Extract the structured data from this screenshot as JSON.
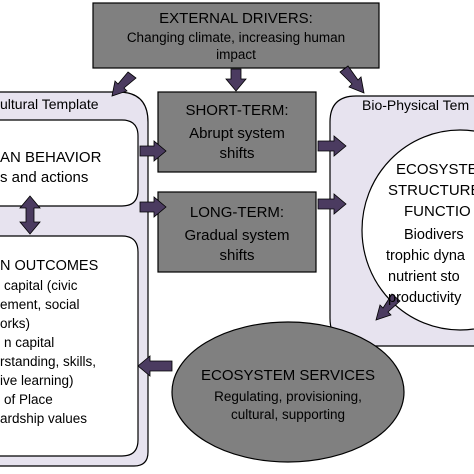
{
  "colors": {
    "box_fill": "#808080",
    "template_fill": "#e7e3ef",
    "arrow_fill": "#4b3b60",
    "outline": "#000000",
    "white": "#ffffff"
  },
  "external_drivers": {
    "title": "EXTERNAL DRIVERS:",
    "line1": "Changing climate, increasing human",
    "line2": "impact"
  },
  "short_term": {
    "title": "SHORT-TERM:",
    "line1": "Abrupt system",
    "line2": "shifts"
  },
  "long_term": {
    "title": "LONG-TERM:",
    "line1": "Gradual system",
    "line2": "shifts"
  },
  "cultural_template": {
    "label": "ultural Template",
    "behavior": {
      "title": "AN BEHAVIOR",
      "line1": "s and actions"
    },
    "outcomes": {
      "title": "N OUTCOMES",
      "lines": [
        "capital (civic",
        "ement, social",
        "orks)",
        "n capital",
        "rstanding, skills,",
        "ive learning)",
        "of Place",
        "ardship values"
      ]
    }
  },
  "biophysical_template": {
    "label": "Bio-Physical Tem",
    "ecosystem": {
      "lines": [
        "ECOSYSTE",
        "STRUCTURE",
        "FUNCTIO"
      ],
      "detail_lines": [
        "Biodivers",
        "trophic dyna",
        "nutrient sto",
        "productivity"
      ]
    }
  },
  "ecosystem_services": {
    "title": "ECOSYSTEM SERVICES",
    "line1": "Regulating, provisioning,",
    "line2": "cultural, supporting"
  }
}
